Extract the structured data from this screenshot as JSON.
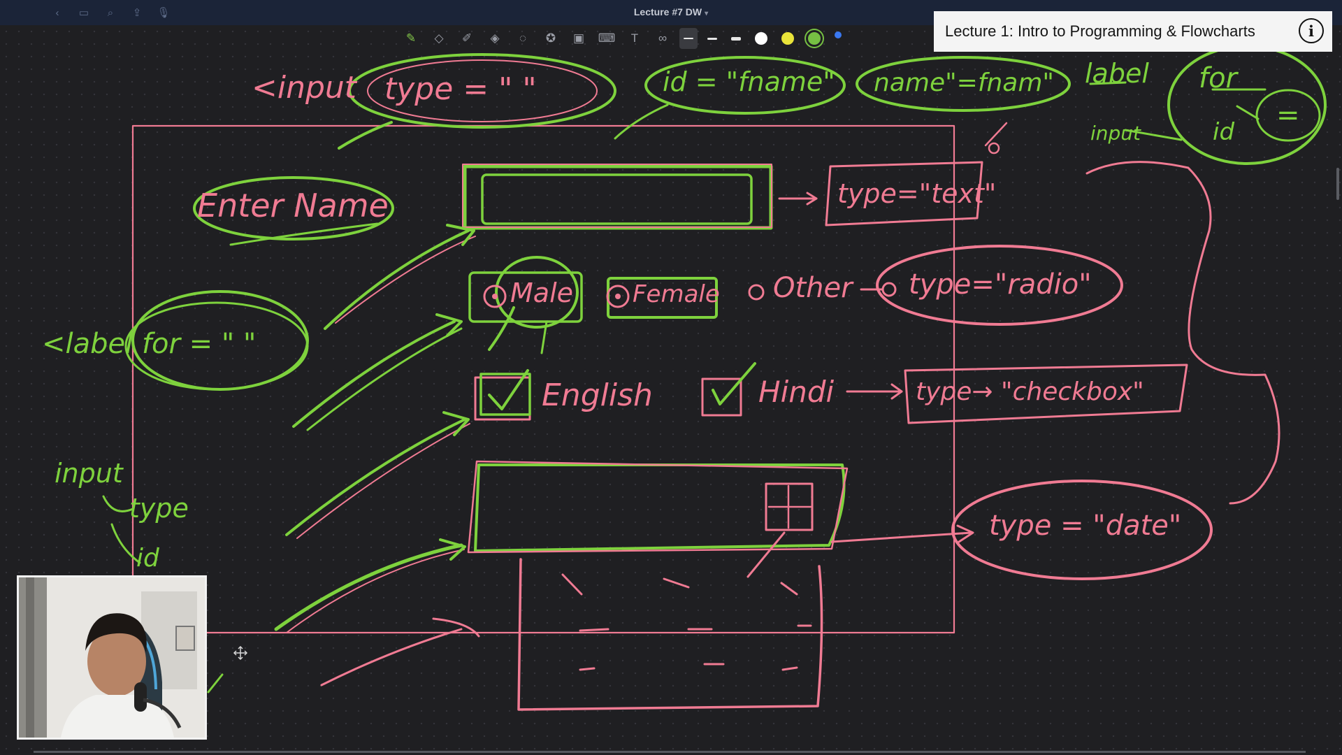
{
  "window": {
    "title": "Lecture #7 DW"
  },
  "titlebar_icons": [
    "back-icon",
    "sidebar-icon",
    "search-icon",
    "share-icon",
    "microphone-icon"
  ],
  "toolbar": {
    "tools": [
      "pen-icon",
      "eraser-icon",
      "highlighter-icon",
      "shapes-icon",
      "lasso-icon",
      "star-icon",
      "image-icon",
      "keyboard-icon",
      "textbox-icon",
      "link-icon"
    ],
    "colors": {
      "white": "#ffffff",
      "yellow": "#e9e43a",
      "green": "#76c043",
      "blue": "#3a78f0"
    }
  },
  "video_overlay": {
    "title": "Lecture 1: Intro to Programming & Flowcharts"
  },
  "ink_colors": {
    "green": "#7ed23d",
    "pink": "#f07b93"
  },
  "notes": {
    "input_tag": "<input",
    "type_attr": "type = \"  \"",
    "id_attr": "id = \"fname\"",
    "name_attr": "name\"=fnam\"",
    "label_word": "label",
    "for_word": "for",
    "input_word": "input",
    "id_word": "id",
    "eq": "=",
    "enter_name": "Enter Name",
    "type_text": "type=\"text\"",
    "male": "Male",
    "female": "Female",
    "other": "Other",
    "type_radio": "type=\"radio\"",
    "label_for": "<label for = \" \"",
    "english": "English",
    "hindi": "Hindi",
    "type_checkbox": "type→ \"checkbox\"",
    "type_date": "type = \"date\"",
    "side_input": "input",
    "side_type": "type",
    "side_id": "id"
  }
}
